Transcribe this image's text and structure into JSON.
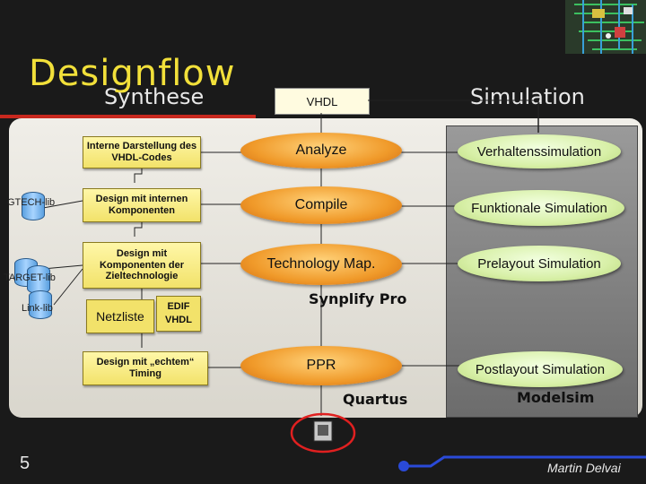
{
  "header": {
    "title": "Designflow",
    "subtitle": "Synthese",
    "vhdl_label": "VHDL",
    "simulation_title": "Simulation"
  },
  "synthesis": {
    "steps": [
      "Interne Darstellung des VHDL-Codes",
      "Design mit internen Komponenten",
      "Design mit Komponenten der Zieltechnologie",
      "Design mit „echtem“ Timing"
    ],
    "netzliste": "Netzliste",
    "formats": [
      "EDIF",
      "VHDL"
    ]
  },
  "libraries": [
    "GTECH-lib",
    "TARGET-lib",
    "Link-lib"
  ],
  "tools": {
    "steps": [
      "Analyze",
      "Compile",
      "Technology Map.",
      "PPR"
    ],
    "synplify": "Synplify Pro",
    "quartus": "Quartus"
  },
  "simulation": {
    "steps": [
      "Verhaltenssimulation",
      "Funktionale Simulation",
      "Prelayout Simulation",
      "Postlayout Simulation"
    ],
    "tool": "Modelsim"
  },
  "footer": {
    "page_number": "5",
    "author": "Martin Delvai"
  },
  "colors": {
    "title": "#f2e03a",
    "synthesis_box": "#f2e26a",
    "tool_oval": "#f09a2a",
    "sim_oval": "#d8f0a8",
    "accent_red": "#c8281e",
    "accent_blue": "#2a4ad8"
  }
}
